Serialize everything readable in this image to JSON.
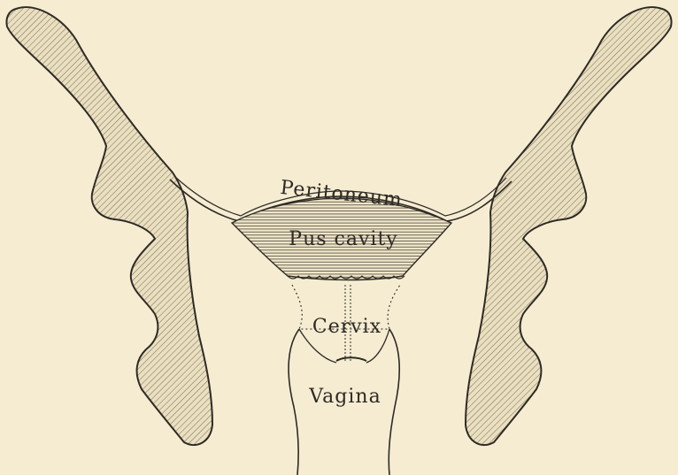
{
  "labels": {
    "peritoneum": "Peritoneum",
    "pus_cavity": "Pus cavity",
    "cervix": "Cervix",
    "vagina": "Vagina"
  },
  "colors": {
    "paper": "#f5ecd2",
    "ink": "#2e2a24",
    "bone_fill": "#eadfbf"
  }
}
